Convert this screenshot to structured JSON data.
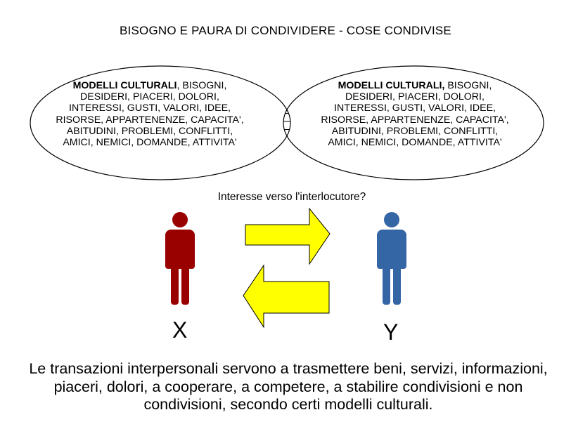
{
  "title": "BISOGNO E PAURA DI CONDIVIDERE - COSE CONDIVISE",
  "left_ellipse": {
    "bold": "MODELLI CULTURALI",
    "rest": ", BISOGNI, DESIDERI, PIACERI, DOLORI, INTERESSI, GUSTI, VALORI, IDEE, RISORSE, APPARTENENZE, CAPACITA', ABITUDINI, PROBLEMI, CONFLITTI, AMICI, NEMICI, DOMANDE, ATTIVITA'"
  },
  "right_ellipse": {
    "bold": "MODELLI CULTURALI,",
    "rest": " BISOGNI, DESIDERI, PIACERI, DOLORI, INTERESSI, GUSTI, VALORI, IDEE, RISORSE, APPARTENENZE, CAPACITA', ABITUDINI, PROBLEMI, CONFLITTI, AMICI, NEMICI, DOMANDE, ATTIVITA'"
  },
  "question": "Interesse verso l'interlocutore?",
  "person_x": {
    "label": "X",
    "color": "#990000"
  },
  "person_y": {
    "label": "Y",
    "color": "#3465a4"
  },
  "arrow_color": "#ffff00",
  "caption": "Le transazioni interpersonali servono a trasmettere beni, servizi, informazioni, piaceri, dolori, a cooperare, a competere, a stabilire condivisioni e non condivisioni, secondo certi modelli culturali."
}
